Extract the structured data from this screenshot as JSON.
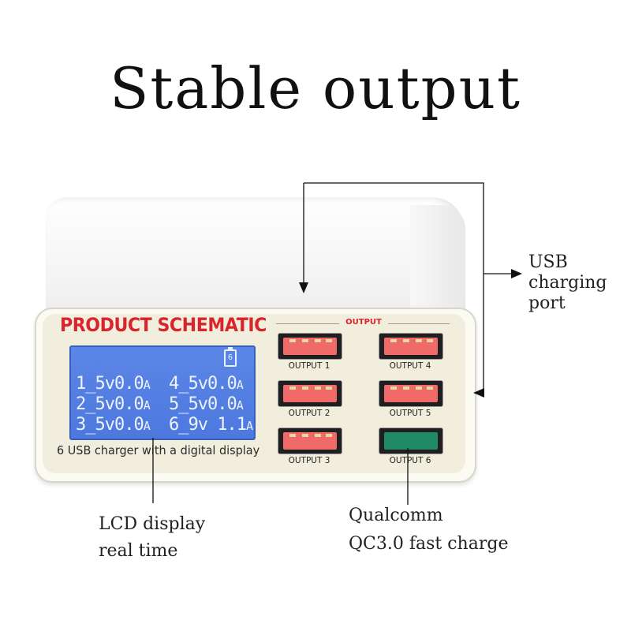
{
  "title": "Stable output",
  "product": {
    "heading": "PRODUCT SCHEMATIC",
    "subtitle": "6 USB charger with a digital display",
    "output_header": "OUTPUT"
  },
  "lcd": {
    "battery_count": "6",
    "rows": [
      [
        {
          "text": "1_5v0.0",
          "unit": "A"
        },
        {
          "text": "4_5v0.0",
          "unit": "A"
        }
      ],
      [
        {
          "text": "2_5v0.0",
          "unit": "A"
        },
        {
          "text": "5_5v0.0",
          "unit": "A"
        }
      ],
      [
        {
          "text": "3_5v0.0",
          "unit": "A"
        },
        {
          "text": "6_9v 1.1",
          "unit": "A"
        }
      ]
    ]
  },
  "ports": [
    {
      "label": "OUTPUT 1"
    },
    {
      "label": "OUTPUT 2"
    },
    {
      "label": "OUTPUT 3"
    },
    {
      "label": "OUTPUT 4"
    },
    {
      "label": "OUTPUT 5"
    },
    {
      "label": "OUTPUT 6"
    }
  ],
  "annotations": {
    "usb": [
      "USB",
      "charging",
      "port"
    ],
    "lcd": [
      "LCD display",
      "real time"
    ],
    "qc": [
      "Qualcomm",
      "QC3.0 fast charge"
    ]
  },
  "colors": {
    "heading_red": "#d9242b",
    "lcd_blue": "#5c86e6",
    "port_red": "#f06a6a",
    "port_green": "#1f8a63"
  }
}
